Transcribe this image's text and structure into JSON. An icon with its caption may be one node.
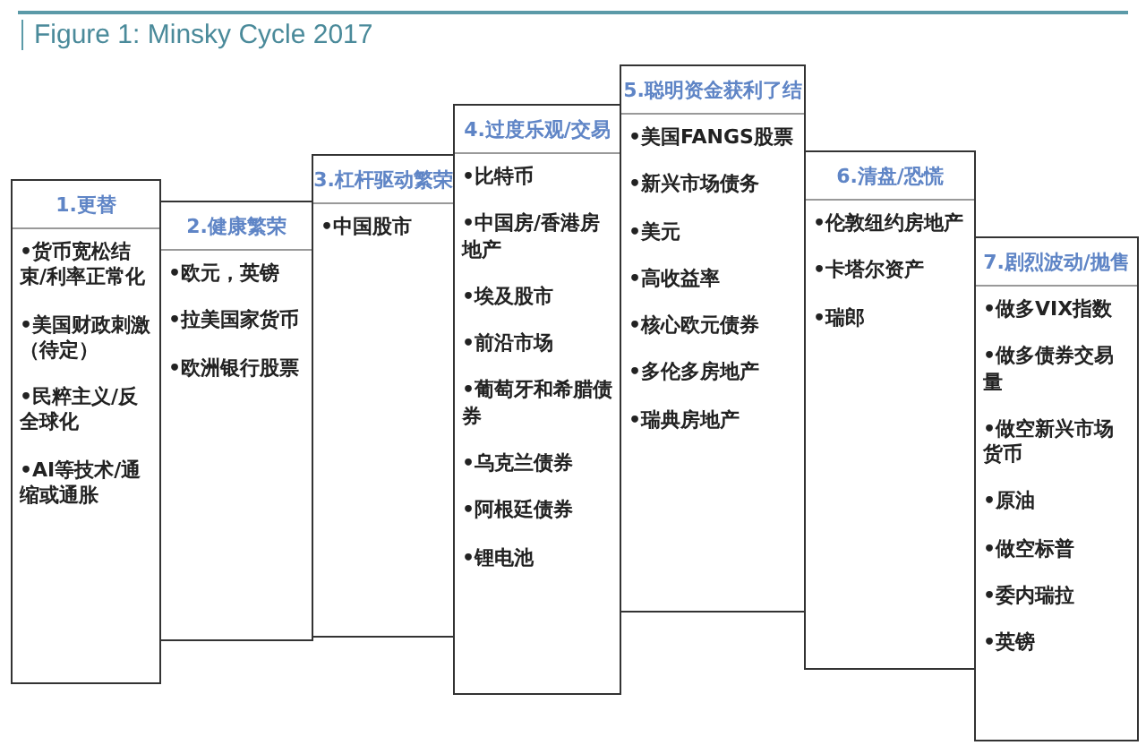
{
  "diagram": {
    "title": "Figure 1: Minsky Cycle 2017",
    "nodes": [
      {
        "text": [
          "1.更替",
          "•货币宽松结束/利率正常化",
          "•美国财政刺激（待定）",
          "•民粹主义/反全球化",
          "•AI等技术/通缩或通胀"
        ]
      },
      {
        "text": [
          "2.健康繁荣",
          "•欧元，英镑",
          "•拉美国家货币",
          "•欧洲银行股票"
        ]
      },
      {
        "text": [
          "3.杠杆驱动繁荣",
          "•中国股市"
        ]
      },
      {
        "text": [
          "4.过度乐观/交易",
          "•比特币",
          "•中国房/香港房地产",
          "•埃及股市",
          "•前沿市场",
          "•葡萄牙和希腊债券",
          "•乌克兰债券",
          "•阿根廷债券",
          "•锂电池"
        ]
      },
      {
        "text": [
          "5.聪明资金获利了结",
          "•美国FANGS股票",
          "•新兴市场债务",
          "•美元",
          "•高收益率",
          "•核心欧元债券",
          "•多伦多房地产",
          "•瑞典房地产"
        ]
      },
      {
        "text": [
          "6.清盘/恐慌",
          "•伦敦纽约房地产",
          "•卡塔尔资产",
          "•瑞郎"
        ]
      },
      {
        "text": [
          "7.剧烈波动/抛售",
          "•做多VIX指数",
          "•做多债券交易量",
          "•做空新兴市场货币",
          "•原油",
          "•做空标普",
          "•委内瑞拉",
          "•英镑"
        ]
      }
    ]
  }
}
